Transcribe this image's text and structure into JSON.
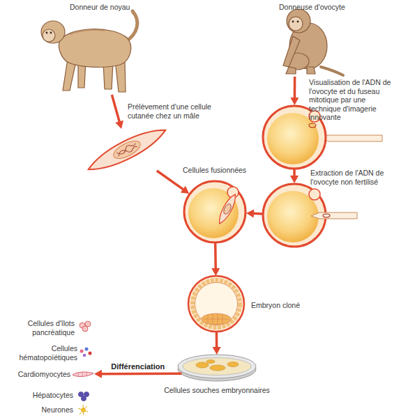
{
  "diagram": {
    "nodes": [
      {
        "text": [
          "Donneur de noyau"
        ]
      },
      {
        "text": [
          "Donneuse d'ovocyte"
        ]
      },
      {
        "text": [
          "Prélèvement d'une cellule cutanée chez un mâle"
        ]
      },
      {
        "text": [
          "Visualisation de l'ADN de l'ovocyte et du fuseau mitotique par une technique d'imagerie innovante"
        ]
      },
      {
        "text": [
          "Extraction de l'ADN de l'ovocyte non fertilisé"
        ]
      },
      {
        "text": [
          "Cellules fusionnées"
        ]
      },
      {
        "text": [
          "Embryon cloné"
        ]
      },
      {
        "text": [
          "Cellules souches embryonnaires"
        ]
      },
      {
        "text": [
          "Cellules d'îlots pancréatique"
        ]
      },
      {
        "text": [
          "Cellules hématopoïétiques"
        ]
      },
      {
        "text": [
          "Cardiomyocytes"
        ]
      },
      {
        "text": [
          "Hépatocytes"
        ]
      },
      {
        "text": [
          "Neurones"
        ]
      }
    ],
    "edges": [
      {
        "from": 0,
        "to": 2,
        "arrow": "to"
      },
      {
        "from": 2,
        "to": 5,
        "arrow": "to"
      },
      {
        "from": 1,
        "to": 3,
        "arrow": "to"
      },
      {
        "from": 3,
        "to": 4,
        "arrow": "to"
      },
      {
        "from": 4,
        "to": 5,
        "arrow": "to"
      },
      {
        "from": 5,
        "to": 6,
        "arrow": "to"
      },
      {
        "from": 6,
        "to": 7,
        "arrow": "to"
      },
      {
        "from": 7,
        "to": 10,
        "label": "Différenciation",
        "arrow": "to"
      }
    ]
  }
}
